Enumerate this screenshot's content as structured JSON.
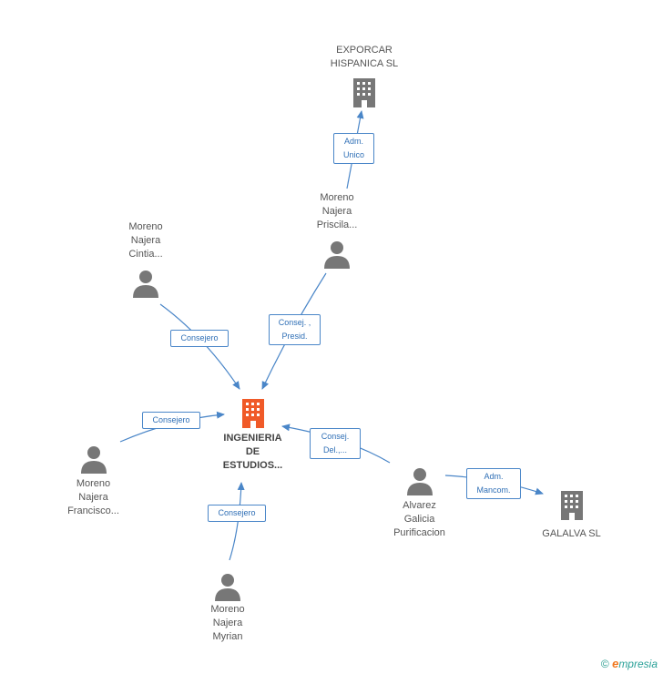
{
  "colors": {
    "edge": "#4a86c8",
    "person": "#777777",
    "company": "#777777",
    "focus": "#f05a28"
  },
  "nodes": {
    "center": {
      "label": "INGENIERIA\nDE\nESTUDIOS...",
      "icon": "building-icon"
    },
    "exporcar": {
      "label": "EXPORCAR\nHISPANICA SL",
      "icon": "building-icon"
    },
    "galalva": {
      "label": "GALALVA SL",
      "icon": "building-icon"
    },
    "priscila": {
      "label": "Moreno\nNajera\nPriscila...",
      "icon": "person-icon"
    },
    "cintia": {
      "label": "Moreno\nNajera\nCintia...",
      "icon": "person-icon"
    },
    "francisco": {
      "label": "Moreno\nNajera\nFrancisco...",
      "icon": "person-icon"
    },
    "myrian": {
      "label": "Moreno\nNajera\nMyrian",
      "icon": "person-icon"
    },
    "alvarez": {
      "label": "Alvarez\nGalicia\nPurificacion",
      "icon": "person-icon"
    }
  },
  "edges": {
    "priscila_exporcar": "Adm.\nUnico",
    "priscila_center": "Consej. ,\nPresid.",
    "cintia_center": "Consejero",
    "francisco_center": "Consejero",
    "myrian_center": "Consejero",
    "alvarez_center": "Consej.\nDel.,...",
    "alvarez_galalva": "Adm.\nMancom."
  },
  "footer": {
    "copyright": "©",
    "brand_initial": "e",
    "brand_rest": "mpresia"
  }
}
